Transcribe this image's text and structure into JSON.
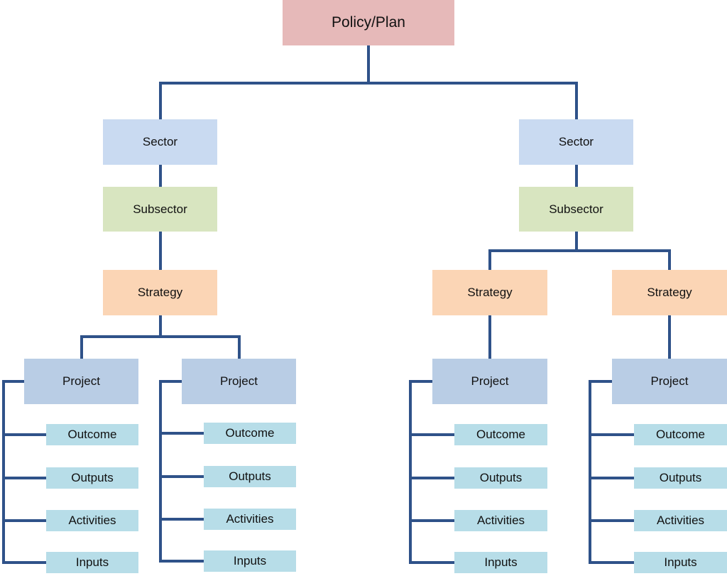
{
  "colors": {
    "connector": "#2f5289",
    "policy": "#e6b9b9",
    "sector": "#c9daf1",
    "subsector": "#d8e5c0",
    "strategy": "#fbd5b5",
    "project": "#b9cde5",
    "item": "#b7dde8"
  },
  "diagram": {
    "root": {
      "label": "Policy/Plan"
    },
    "sectors": [
      {
        "label": "Sector",
        "subsector": {
          "label": "Subsector",
          "strategies": [
            {
              "label": "Strategy",
              "projects": [
                {
                  "label": "Project",
                  "items": [
                    "Outcome",
                    "Outputs",
                    "Activities",
                    "Inputs"
                  ]
                },
                {
                  "label": "Project",
                  "items": [
                    "Outcome",
                    "Outputs",
                    "Activities",
                    "Inputs"
                  ]
                }
              ]
            }
          ]
        }
      },
      {
        "label": "Sector",
        "subsector": {
          "label": "Subsector",
          "strategies": [
            {
              "label": "Strategy",
              "projects": [
                {
                  "label": "Project",
                  "items": [
                    "Outcome",
                    "Outputs",
                    "Activities",
                    "Inputs"
                  ]
                }
              ]
            },
            {
              "label": "Strategy",
              "projects": [
                {
                  "label": "Project",
                  "items": [
                    "Outcome",
                    "Outputs",
                    "Activities",
                    "Inputs"
                  ]
                }
              ]
            }
          ]
        }
      }
    ]
  }
}
